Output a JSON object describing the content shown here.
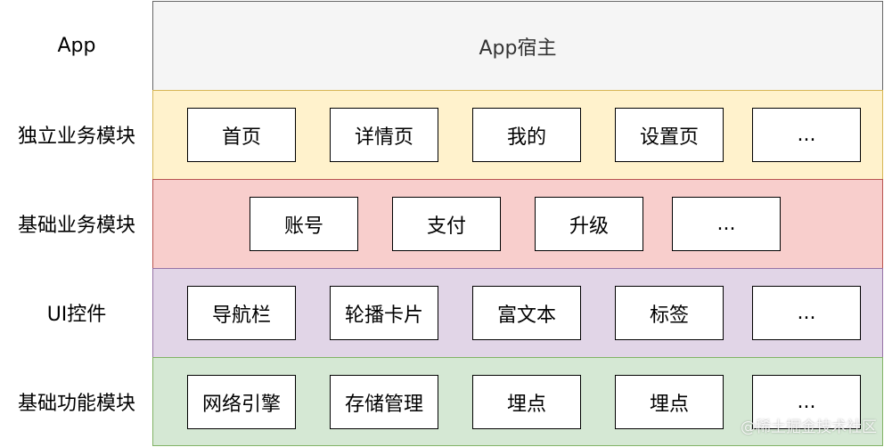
{
  "layers": [
    {
      "label": "App",
      "host_text": "App宿主",
      "bg": "#f5f5f5",
      "border": "#666666",
      "boxes": []
    },
    {
      "label": "独立业务模块",
      "bg": "#fff2cc",
      "border": "#d6b656",
      "boxes": [
        "首页",
        "详情页",
        "我的",
        "设置页",
        "..."
      ]
    },
    {
      "label": "基础业务模块",
      "bg": "#f8cecc",
      "border": "#b85450",
      "boxes": [
        "账号",
        "支付",
        "升级",
        "..."
      ]
    },
    {
      "label": "UI控件",
      "bg": "#e1d5e7",
      "border": "#9673a6",
      "boxes": [
        "导航栏",
        "轮播卡片",
        "富文本",
        "标签",
        "..."
      ]
    },
    {
      "label": "基础功能模块",
      "bg": "#d5e8d4",
      "border": "#82b366",
      "boxes": [
        "网络引擎",
        "存储管理",
        "埋点",
        "埋点",
        "..."
      ]
    }
  ],
  "watermark": "@稀土掘金技术社区"
}
